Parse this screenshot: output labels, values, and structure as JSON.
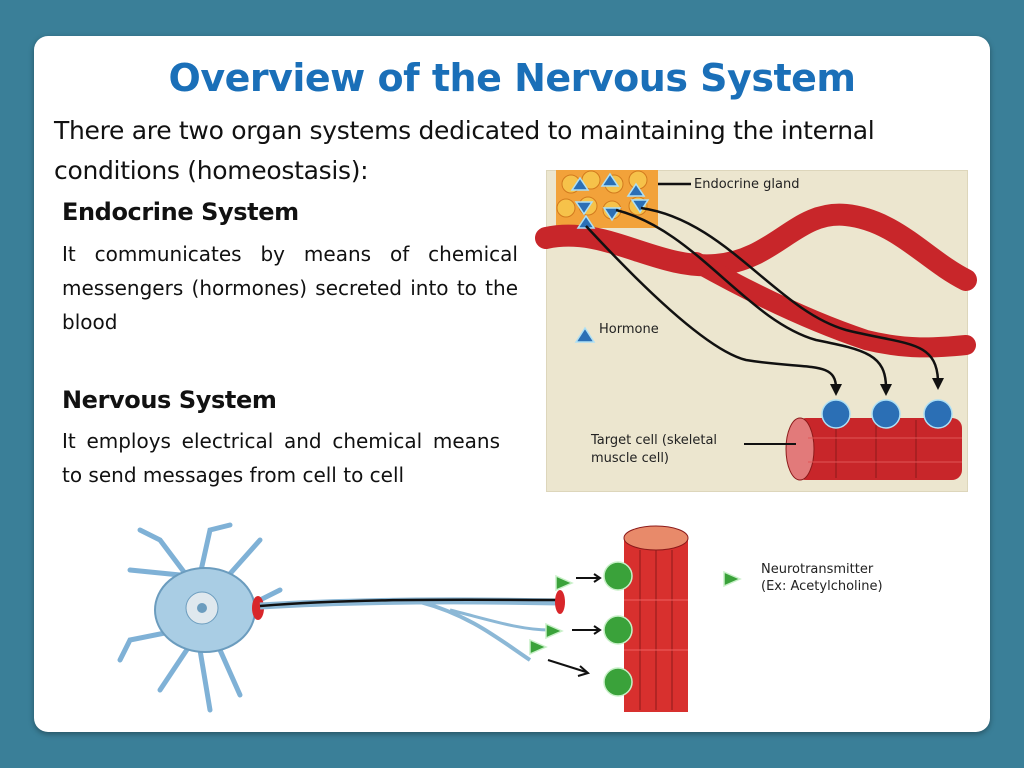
{
  "slide": {
    "title": "Overview of the Nervous System",
    "intro": "There are two organ systems dedicated to maintaining the internal conditions (homeostasis):"
  },
  "endocrine": {
    "heading": "Endocrine System",
    "text": "It communicates by means of chemical messengers (hormones) secreted into to the blood"
  },
  "nervous": {
    "heading": "Nervous System",
    "text": "It employs electrical and chemical means to send messages from cell to cell"
  },
  "figure_endocrine": {
    "gland_label": "Endocrine gland",
    "hormone_label": "Hormone",
    "target_label_1": "Target cell (skeletal",
    "target_label_2": "muscle cell)"
  },
  "figure_nerve": {
    "nt_label_1": "Neurotransmitter",
    "nt_label_2": "(Ex: Acetylcholine)"
  },
  "colors": {
    "background": "#3a7f98",
    "title": "#1a6fb8",
    "vessel": "#c8262a",
    "hormone": "#2b6fb5",
    "neurotransmitter": "#3aa23a"
  }
}
